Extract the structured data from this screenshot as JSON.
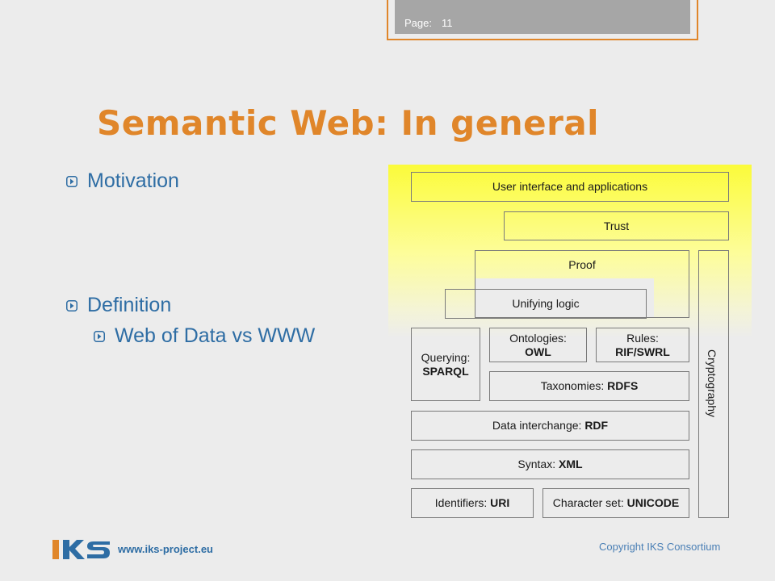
{
  "page_indicator": {
    "label": "Page:",
    "number": "11"
  },
  "title": "Semantic Web: In general",
  "bullets": [
    {
      "text": "Motivation",
      "level": 1
    },
    {
      "text": "Definition",
      "level": 1
    },
    {
      "text": "Web of Data vs WWW",
      "level": 2
    }
  ],
  "diagram": {
    "ui": "User interface and applications",
    "trust": "Trust",
    "proof": "Proof",
    "unifying": "Unifying logic",
    "querying_pre": "Querying:",
    "querying_bold": "SPARQL",
    "ontologies_pre": "Ontologies:",
    "ontologies_bold": "OWL",
    "rules_pre": "Rules:",
    "rules_bold": "RIF/SWRL",
    "taxonomies_pre": "Taxonomies: ",
    "taxonomies_bold": "RDFS",
    "data_pre": "Data interchange: ",
    "data_bold": "RDF",
    "syntax_pre": "Syntax: ",
    "syntax_bold": "XML",
    "identifiers_pre": "Identifiers: ",
    "identifiers_bold": "URI",
    "charset_pre": "Character set: ",
    "charset_bold": "UNICODE",
    "crypto": "Cryptography"
  },
  "footer": {
    "logo_text": "IKS",
    "url": "www.iks-project.eu",
    "copyright": "Copyright IKS Consortium"
  },
  "colors": {
    "accent_orange": "#e0862a",
    "text_blue": "#2e6da4",
    "background": "#ececec"
  }
}
